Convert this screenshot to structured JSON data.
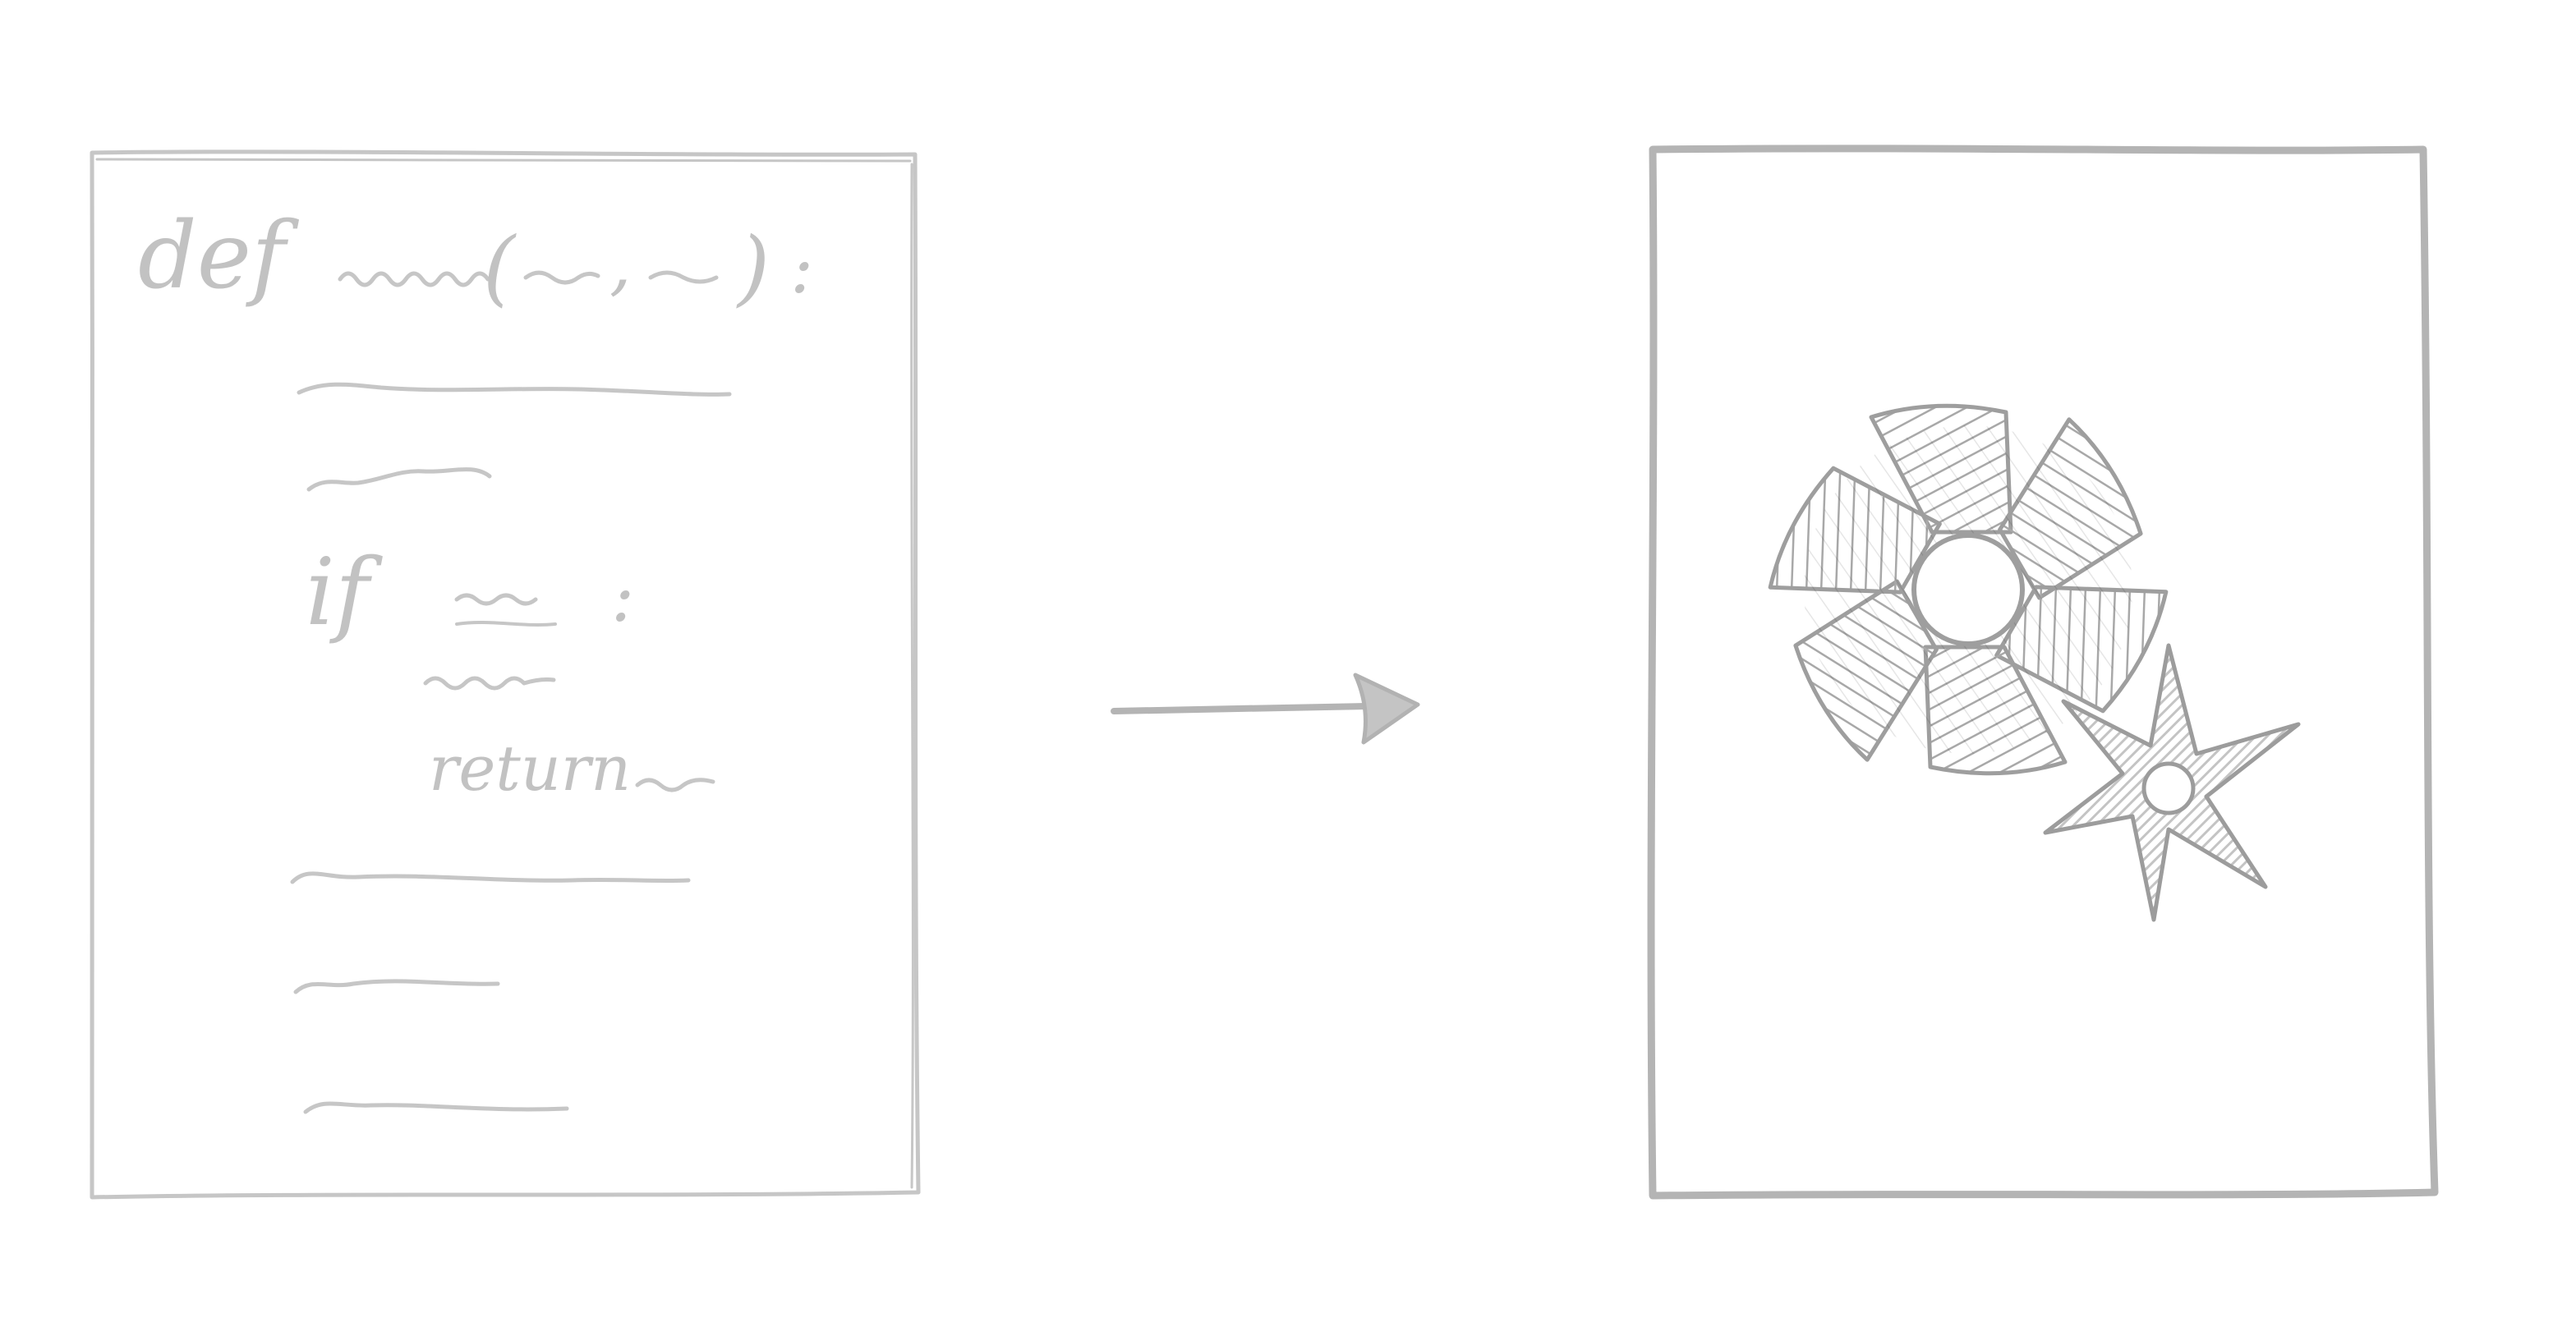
{
  "diagram": {
    "ink_color": "#c0c0c0",
    "code_page": {
      "keywords": {
        "def": "def",
        "if": "if",
        "return": "return"
      },
      "punctuation": {
        "open_paren": "(",
        "comma": ",",
        "close_paren": ")",
        "colon": ":"
      },
      "line_count": 9
    },
    "arrow": {
      "direction": "right"
    },
    "output_canvas": {
      "shapes": [
        {
          "kind": "six-petal-flower",
          "fill": "hatched",
          "icon": "flower-icon"
        },
        {
          "kind": "six-point-star",
          "fill": "shaded",
          "icon": "star-icon"
        }
      ]
    }
  }
}
